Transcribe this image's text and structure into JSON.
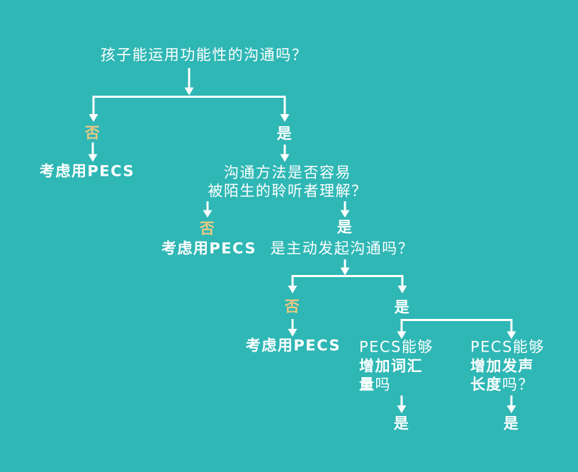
{
  "colors": {
    "background": "#2FB7B5",
    "text_and_arrows": "#FFFFFF",
    "no_highlight": "#ECC882"
  },
  "flowchart": {
    "labels": {
      "no": "否",
      "yes": "是"
    },
    "outcome_pecs": "考虑用PECS",
    "q1": "孩子能运用功能性的沟通吗？",
    "q2": {
      "line1": "沟通方法是否容易",
      "line2": "被陌生的聆听者理解？"
    },
    "q3": "是主动发起沟通吗？",
    "q4_vocab": {
      "line1": "PECS能够",
      "line2": "增加词汇",
      "line3_emphasis": "量",
      "line3_rest": "吗"
    },
    "q4_speech": {
      "line1": "PECS能够",
      "line2": "增加发声",
      "line3_emphasis": "长度",
      "line3_rest": "吗？"
    }
  }
}
